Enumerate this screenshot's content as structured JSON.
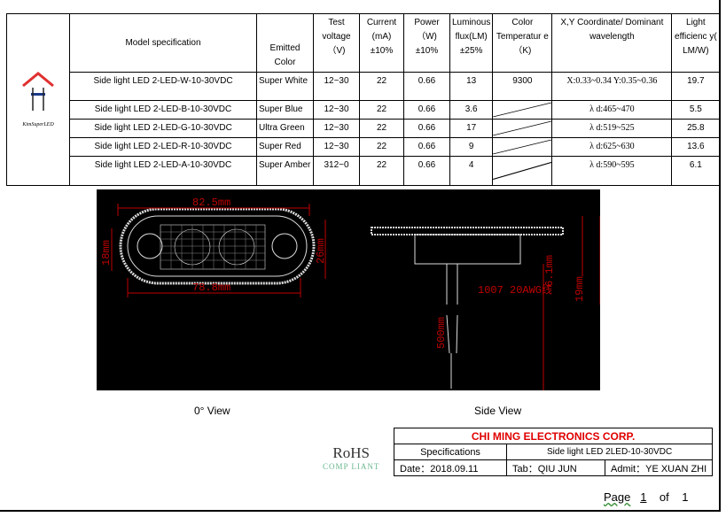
{
  "logo": {
    "text": "KimSuperLED"
  },
  "table": {
    "headers": [
      "Model specification",
      "Emitted Color",
      "Test voltage （V)",
      "Current (mA) ±10%",
      "Power （W) ±10%",
      "Luminous flux(LM) ±25%",
      "Color Temperatur e （K)",
      "X,Y Coordinate/ Dominant wavelength",
      "Light efficienc y( LM/W)"
    ],
    "rows": [
      {
        "model": "Side light LED 2-LED-W-10-30VDC",
        "color": "Super White",
        "voltage": "12~30",
        "current": "22",
        "power": "0.66",
        "flux": "13",
        "temp": "9300",
        "xy": "X:0.33~0.34 Y:0.35~0.36",
        "eff": "19.7"
      },
      {
        "model": "Side light LED 2-LED-B-10-30VDC",
        "color": "Super Blue",
        "voltage": "12~30",
        "current": "22",
        "power": "0.66",
        "flux": "3.6",
        "temp": "",
        "xy": "λ d:465~470",
        "eff": "5.5"
      },
      {
        "model": "Side light LED 2-LED-G-10-30VDC",
        "color": "Ultra Green",
        "voltage": "12~30",
        "current": "22",
        "power": "0.66",
        "flux": "17",
        "temp": "",
        "xy": "λ d:519~525",
        "eff": "25.8"
      },
      {
        "model": "Side light LED 2-LED-R-10-30VDC",
        "color": "Super Red",
        "voltage": "12~30",
        "current": "22",
        "power": "0.66",
        "flux": "9",
        "temp": "",
        "xy": "λ d:625~630",
        "eff": "13.6"
      },
      {
        "model": "Side light LED 2-LED-A-10-30VDC",
        "color": "Super Amber",
        "voltage": "312~0",
        "current": "22",
        "power": "0.66",
        "flux": "4",
        "temp": "",
        "xy": "λ d:590~595",
        "eff": "6.1"
      }
    ]
  },
  "drawing": {
    "dim_length": "82.5mm",
    "dim_inner": "78.8mm",
    "dim_h1": "18mm",
    "dim_h2": "26mm",
    "dim_depth": "6.1mm",
    "dim_total": "19mm",
    "dim_cable": "500mm",
    "cable": "1007 20AWG线"
  },
  "captions": {
    "front": "0° View",
    "side": "Side View"
  },
  "footer": {
    "company": "CHI MING ELECTRONICS CORP.",
    "spec_label": "Specifications",
    "spec_value": "Side light LED 2LED-10-30VDC",
    "date": "Date：2018.09.11",
    "tab": "Tab：QIU JUN",
    "admit": "Admit：YE XUAN ZHI",
    "company_color": "#e00000"
  },
  "rohs": {
    "title": "RoHS",
    "sub": "COMP LIANT"
  },
  "page": {
    "label": "Page",
    "current": "1",
    "of": "of",
    "total": "1"
  }
}
